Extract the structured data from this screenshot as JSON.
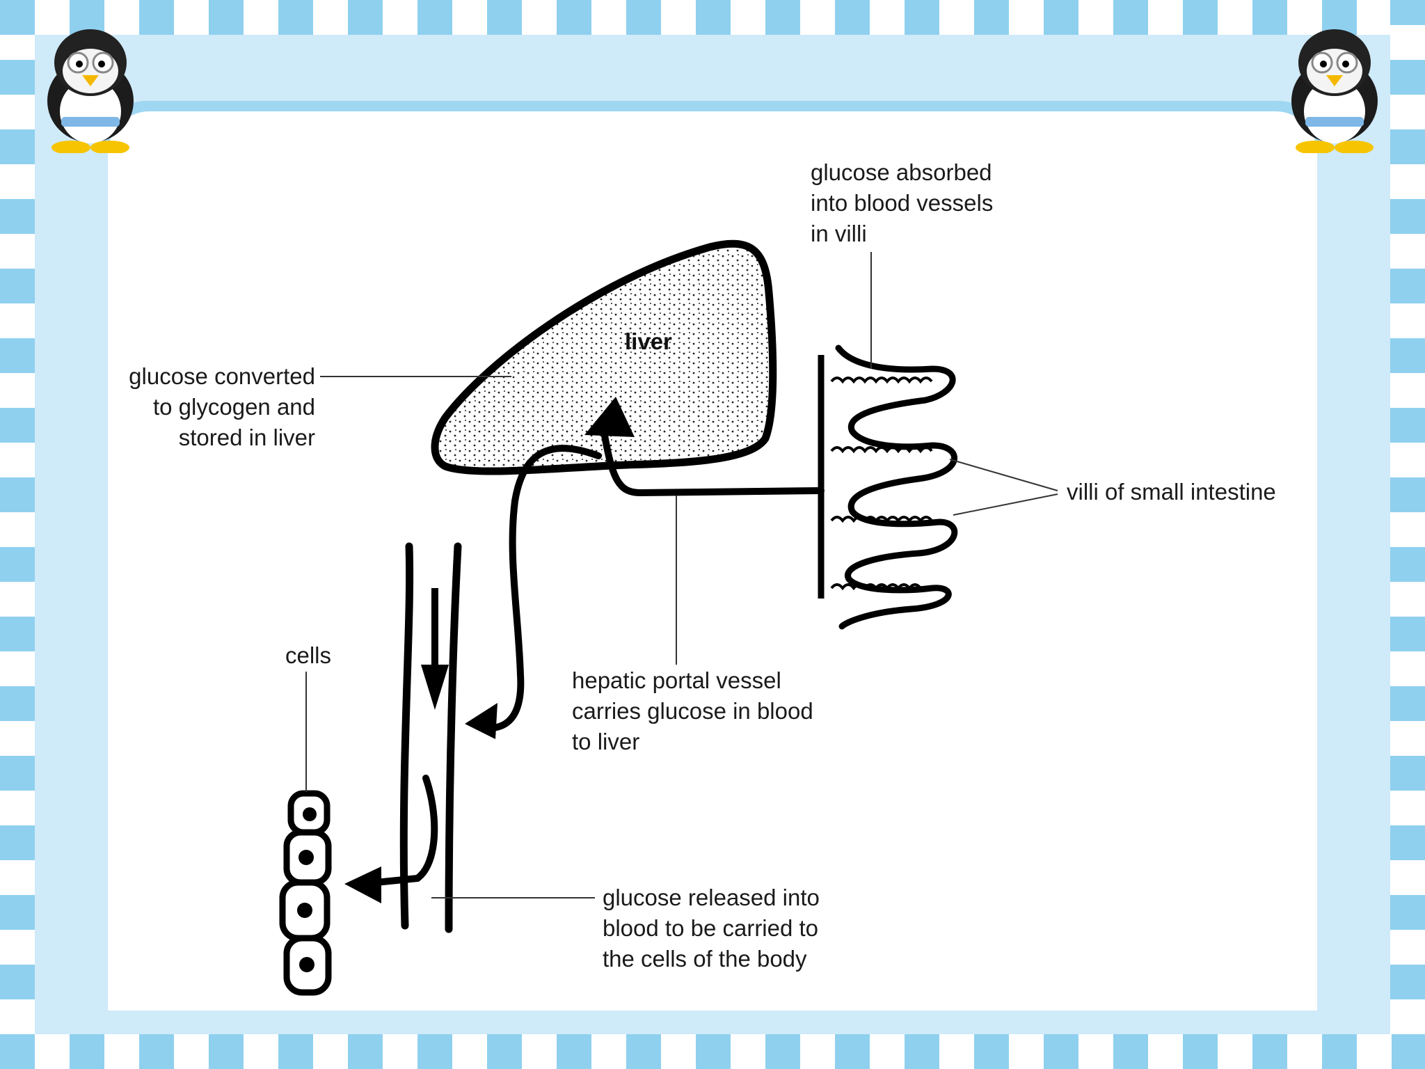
{
  "labels": {
    "liver": "liver",
    "glucose_absorbed": "glucose absorbed\ninto blood vessels\nin villi",
    "glucose_converted": "glucose converted\nto glycogen and\nstored in liver",
    "villi": "villi of small intestine",
    "cells": "cells",
    "hepatic_portal": "hepatic portal vessel\ncarries glucose in blood\nto  liver",
    "glucose_released": "glucose released into\nblood to be carried  to\nthe cells of the  body"
  },
  "colors": {
    "stripe": "#8fd0ef",
    "frame": "#cfeaf8",
    "band": "#9fd6f1",
    "ink": "#000000"
  },
  "icons": {
    "corner_left": "penguin-mascot-icon",
    "corner_right": "penguin-mascot-icon"
  }
}
